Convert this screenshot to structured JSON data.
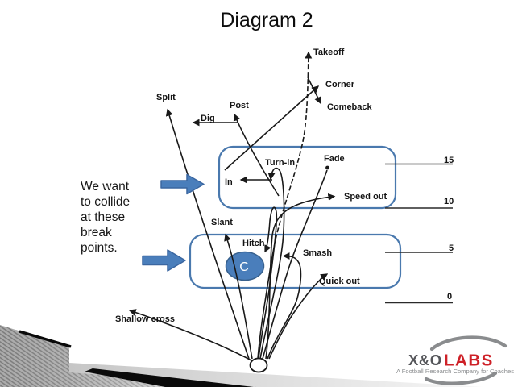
{
  "title": "Diagram 2",
  "annotation": {
    "lines": [
      "We want",
      "to collide",
      "at these",
      "break",
      "points."
    ]
  },
  "routes": {
    "takeoff": "Takeoff",
    "corner": "Corner",
    "comeback": "Comeback",
    "split": "Split",
    "post": "Post",
    "dig": "Dig",
    "fade": "Fade",
    "turn_in": "Turn-in",
    "in": "In",
    "speed_out": "Speed out",
    "slant": "Slant",
    "hitch": "Hitch",
    "smash": "Smash",
    "quick_out": "Quick out",
    "shallow_cross": "Shallow cross"
  },
  "center_label": "C",
  "yard_markers": [
    "15",
    "10",
    "5",
    "0"
  ],
  "logo": {
    "name_left": "X&O",
    "name_right": "LABS",
    "tagline": "A Football Research Company for Coaches"
  },
  "colors": {
    "accent_blue": "#4a7ebb",
    "rect_border_blue": "#4a79ae",
    "logo_red": "#ce2027",
    "logo_gray": "#55565a",
    "ink": "#191919"
  }
}
